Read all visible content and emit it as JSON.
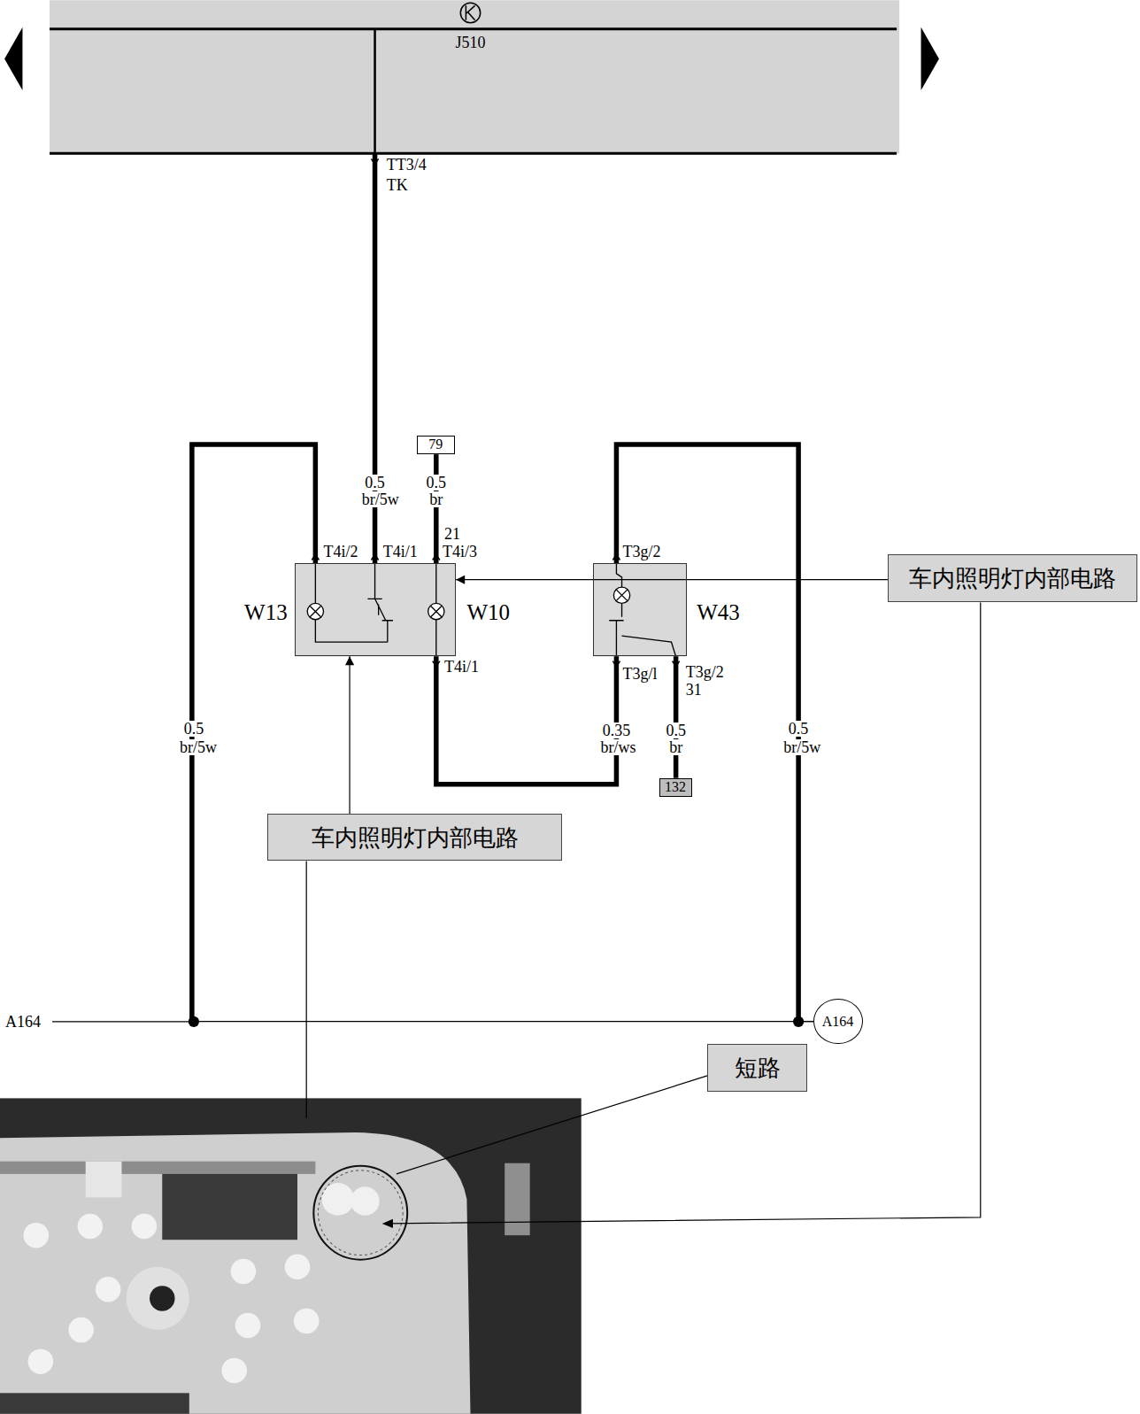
{
  "diagram": {
    "nodes": [
      {
        "text": [
          "J510"
        ]
      },
      {
        "text": [
          "79"
        ]
      },
      {
        "text": [
          "W13",
          "W10"
        ]
      },
      {
        "text": [
          "W43"
        ]
      },
      {
        "text": [
          "车内照明灯内部电路"
        ]
      },
      {
        "text": [
          "132"
        ]
      },
      {
        "text": [
          "车内照明灯内部电路"
        ]
      },
      {
        "text": [
          "A164"
        ]
      },
      {
        "text": [
          "短路"
        ]
      }
    ],
    "edges": [
      {
        "from": 0,
        "to": 2,
        "arrow": "none"
      },
      {
        "from": 1,
        "to": 2,
        "arrow": "none"
      },
      {
        "from": 2,
        "to": 3,
        "arrow": "none"
      },
      {
        "from": 3,
        "to": 5,
        "arrow": "none"
      },
      {
        "from": 2,
        "to": 7,
        "arrow": "none"
      },
      {
        "from": 3,
        "to": 7,
        "arrow": "none"
      },
      {
        "from": 4,
        "to": 2,
        "arrow": "to"
      },
      {
        "from": 6,
        "to": 2,
        "arrow": "to"
      }
    ],
    "labels": [
      "TT3/4",
      "TK",
      "0.5",
      "br/5w",
      "0.5",
      "br",
      "21",
      "T4i/2",
      "T4i/1",
      "T4i/3",
      "T4i/1",
      "T3g/2",
      "T3g/l",
      "T3g/2",
      "31",
      "0.35",
      "br/ws",
      "0.5",
      "br",
      "0.5",
      "br/5w",
      "0.5",
      "br/5w",
      "A164"
    ]
  }
}
